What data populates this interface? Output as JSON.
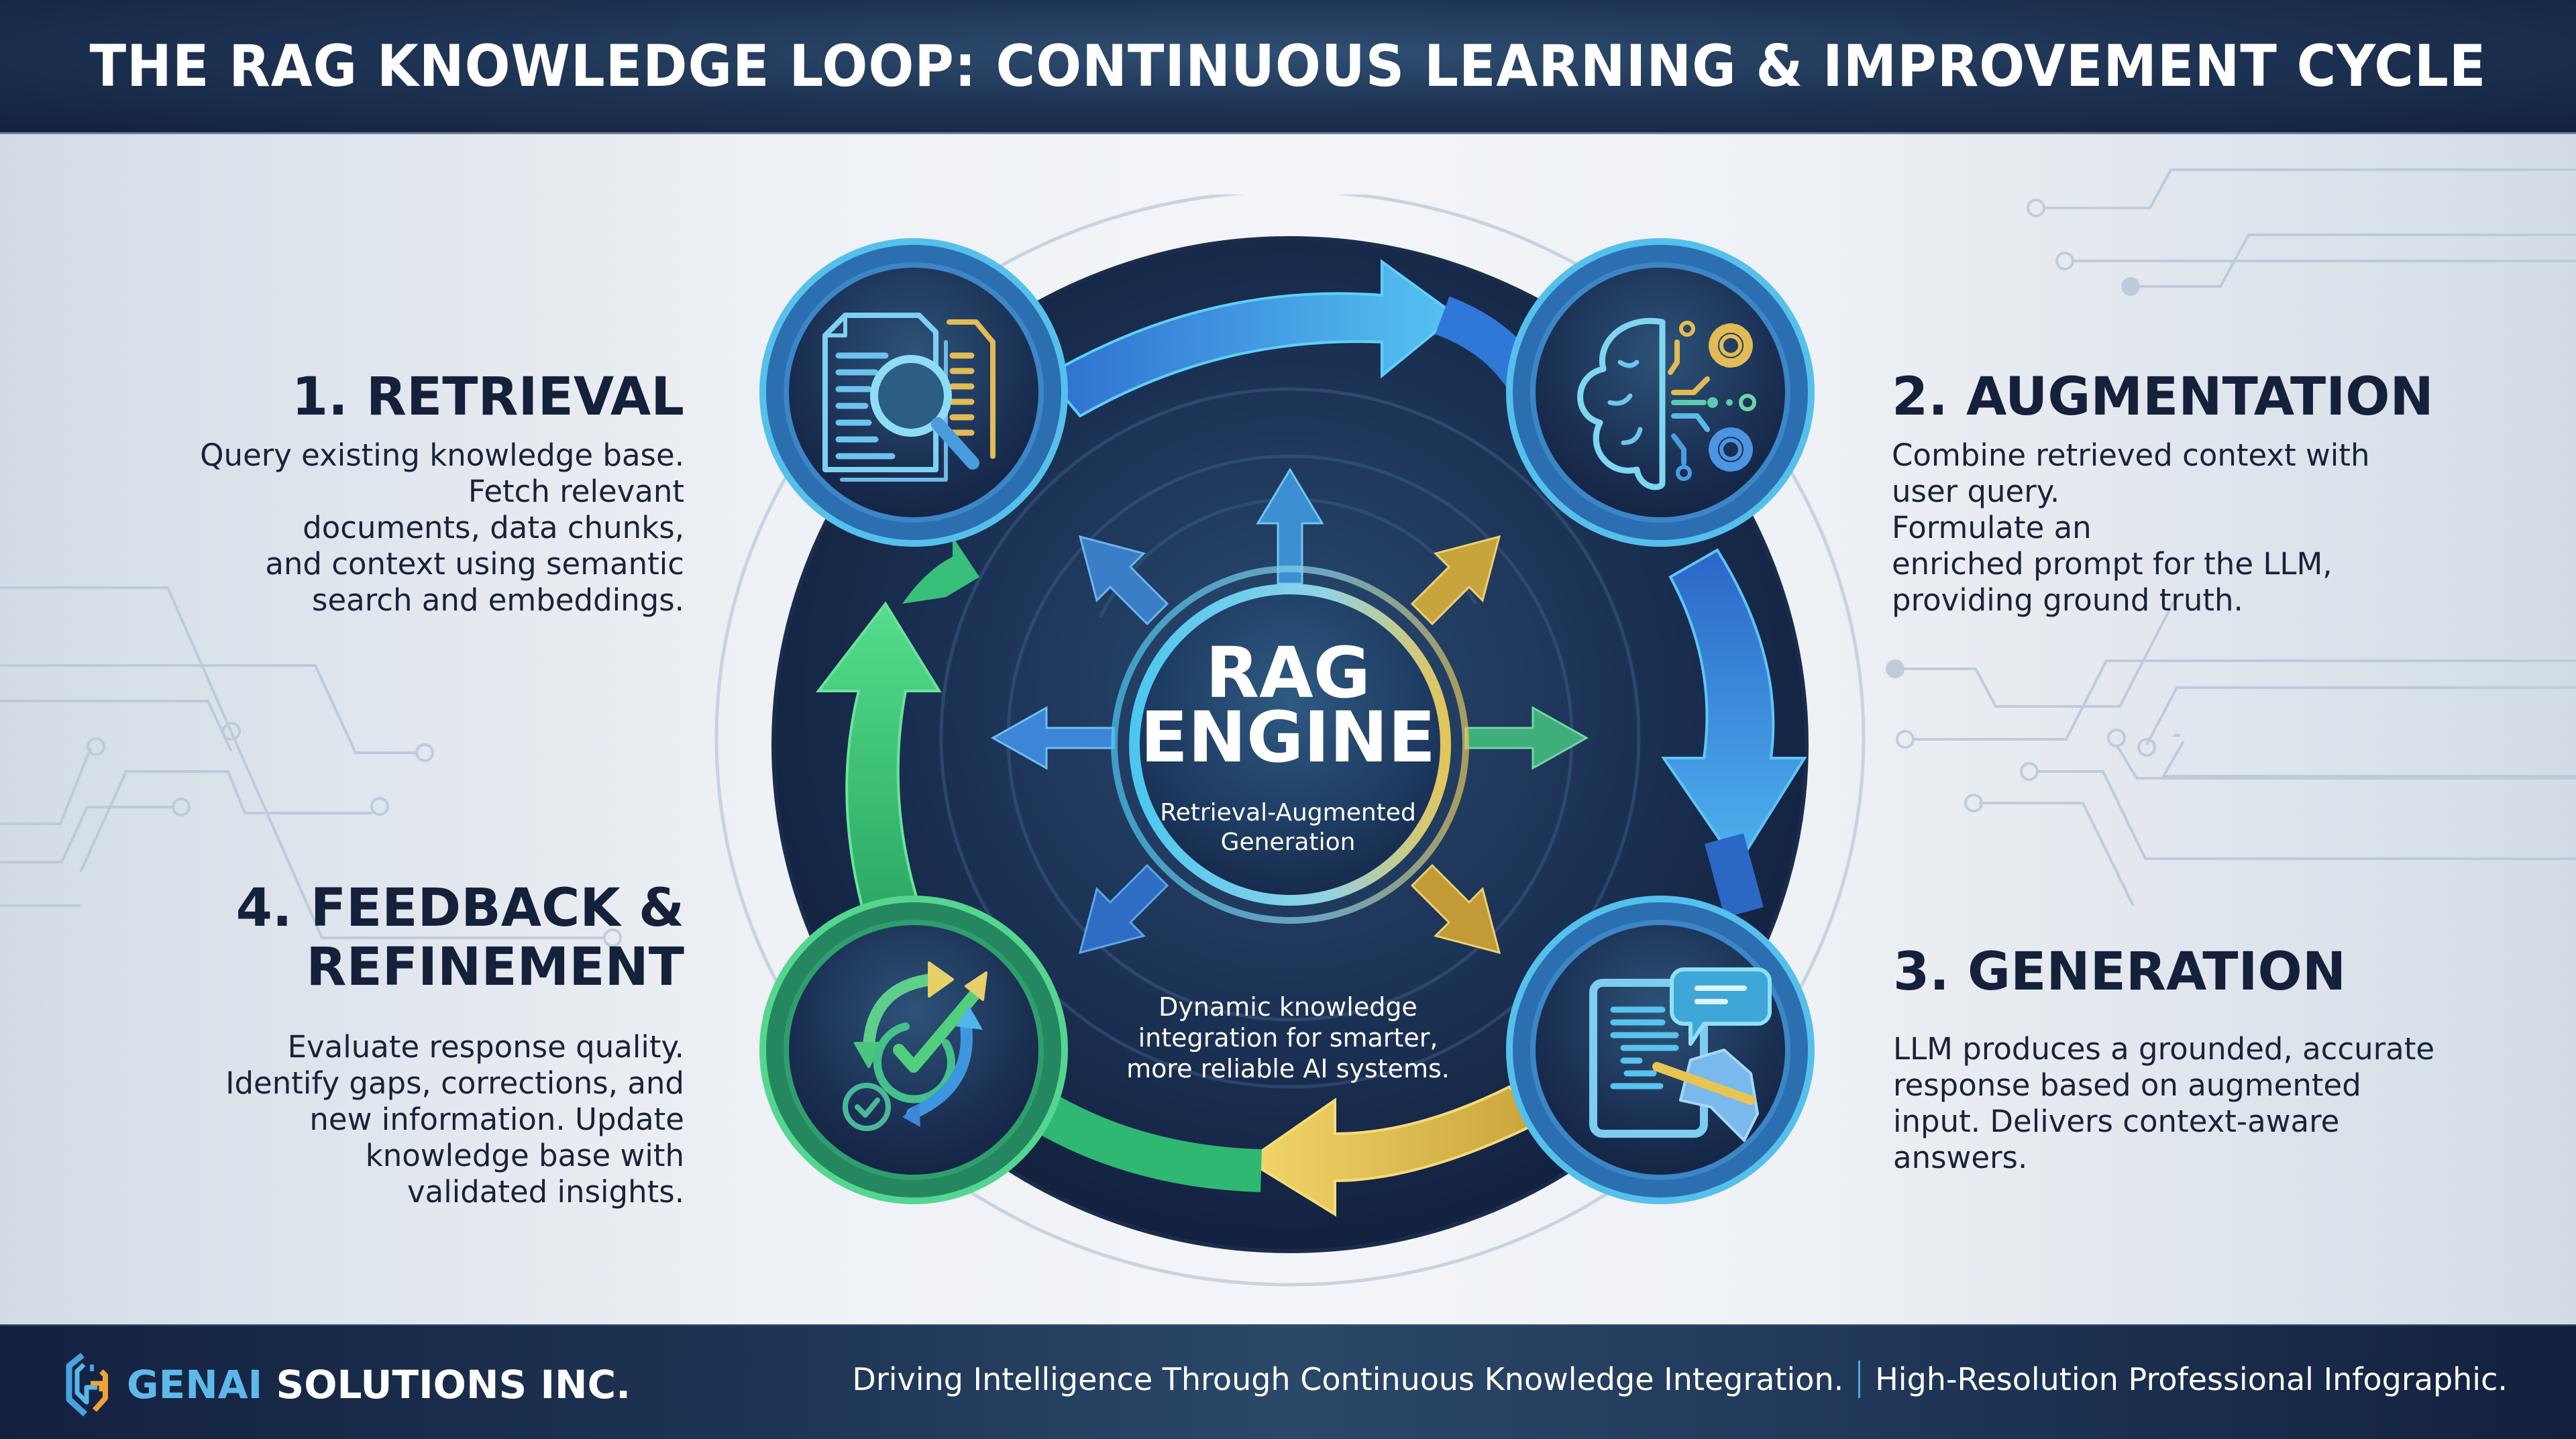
{
  "header": {
    "title": "THE RAG KNOWLEDGE LOOP: CONTINUOUS LEARNING & IMPROVEMENT CYCLE"
  },
  "steps": [
    {
      "number": 1,
      "title": "1. RETRIEVAL",
      "description": "Query existing knowledge base.\nFetch relevant\ndocuments, data chunks,\nand context using semantic\nsearch and embeddings.",
      "icon": "document-search-icon",
      "ring_color": "#4aa9e0"
    },
    {
      "number": 2,
      "title": "2. AUGMENTATION",
      "description": "Combine retrieved context with\nuser query.\nFormulate an\nenriched prompt for the LLM,\nproviding ground truth.",
      "icon": "brain-gears-icon",
      "ring_color": "#4aa9e0"
    },
    {
      "number": 3,
      "title": "3. GENERATION",
      "description": "LLM produces a grounded, accurate\nresponse based on augmented\ninput. Delivers context-aware\nanswers.",
      "icon": "tablet-robot-hand-writing-icon",
      "ring_color": "#4aa9e0"
    },
    {
      "number": 4,
      "title": "4. FEEDBACK &\nREFINEMENT",
      "description": "Evaluate response quality.\nIdentify gaps, corrections, and\nnew information. Update\nknowledge base with\nvalidated insights.",
      "icon": "refresh-check-arrows-icon",
      "ring_color": "#3fc07f"
    }
  ],
  "center": {
    "title": "RAG\nENGINE",
    "subtitle": "Retrieval-Augmented\nGeneration",
    "caption": "Dynamic knowledge\nintegration for smarter,\nmore reliable AI systems."
  },
  "loop_arrows": [
    {
      "from": "1. RETRIEVAL",
      "to": "2. AUGMENTATION",
      "color": "#3fa6ef"
    },
    {
      "from": "2. AUGMENTATION",
      "to": "3. GENERATION",
      "color": "#3f8fe6"
    },
    {
      "from": "3. GENERATION",
      "to": "4. FEEDBACK & REFINEMENT",
      "color": "#e5c24e"
    },
    {
      "from": "4. FEEDBACK & REFINEMENT",
      "to": "1. RETRIEVAL",
      "color": "#3fcf7e"
    }
  ],
  "colors": {
    "navy": "#13213f",
    "ring_blue": "#4aa9e0",
    "gold": "#e5c24e",
    "green": "#3fc07f",
    "text_dark": "#15203b"
  },
  "footer": {
    "brand_accent": "GENAI",
    "brand_rest": "SOLUTIONS INC.",
    "tagline_left": "Driving Intelligence Through Continuous Knowledge Integration.",
    "tagline_right": "High-Resolution Professional Infographic."
  }
}
